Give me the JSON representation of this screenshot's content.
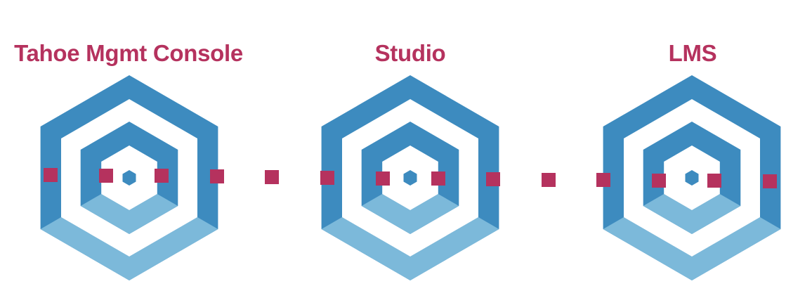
{
  "labels": {
    "tahoe": "Tahoe Mgmt Console",
    "studio": "Studio",
    "lms": "LMS"
  },
  "colors": {
    "label": "#b5325e",
    "hex_dark": "#3d8bbf",
    "hex_light": "#7cb9da",
    "connector": "#b5325e",
    "background": "#ffffff"
  },
  "icons": [
    "hexagon-target-icon",
    "hexagon-target-icon",
    "hexagon-target-icon"
  ]
}
